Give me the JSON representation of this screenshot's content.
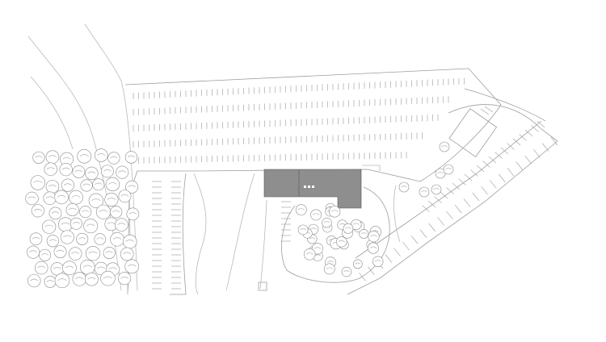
{
  "drawing": {
    "type": "site-plan",
    "colors": {
      "background": "#ffffff",
      "linework": "#b9b9b9",
      "building_fill": "#8e8e8e",
      "tree_outline": "#8a8a8a"
    },
    "elements": [
      "parking-lot",
      "access-road",
      "building-footprint",
      "tree-canopy",
      "terrain-contours"
    ]
  }
}
